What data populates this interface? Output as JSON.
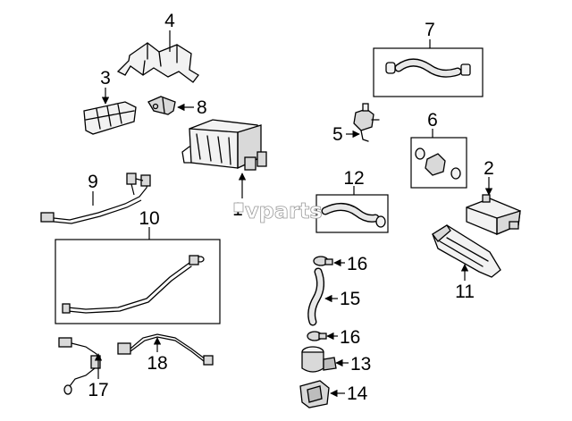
{
  "watermark": "vparts",
  "callouts": {
    "c1": "1",
    "c2": "2",
    "c3": "3",
    "c4": "4",
    "c5": "5",
    "c6": "6",
    "c7": "7",
    "c8": "8",
    "c9": "9",
    "c10": "10",
    "c11": "11",
    "c12": "12",
    "c13": "13",
    "c14": "14",
    "c15": "15",
    "c16a": "16",
    "c16b": "16",
    "c17": "17",
    "c18": "18"
  }
}
